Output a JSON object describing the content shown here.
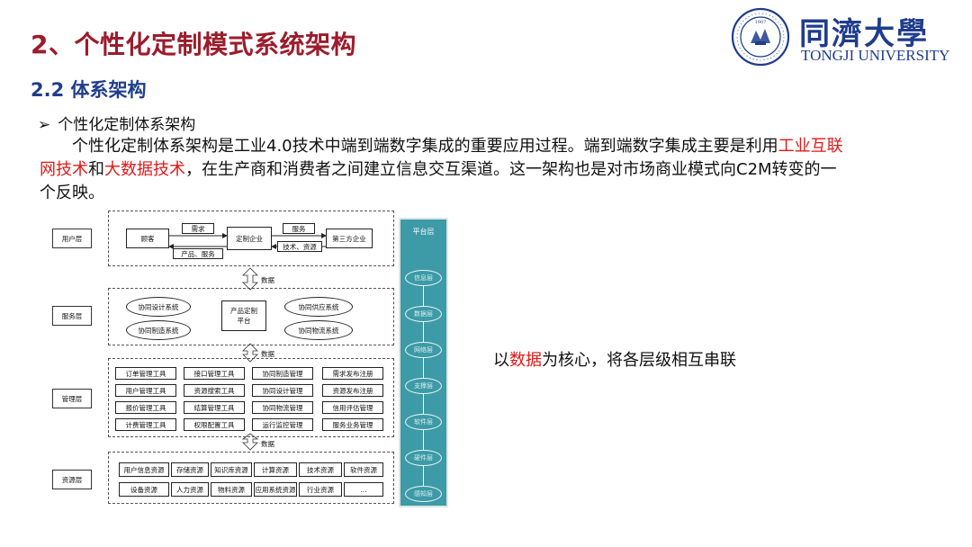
{
  "header": {
    "title": "2、个性化定制模式系统架构",
    "subtitle": "2.2 体系架构"
  },
  "logo": {
    "seal_text": "TONGJI UNIVERSITY 1907",
    "name_cn": "同濟大學",
    "name_en": "TONGJI UNIVERSITY"
  },
  "content": {
    "bullet": "个性化定制体系架构",
    "paragraph": {
      "part1": "个性化定制体系架构是工业4.0技术中端到端数字集成的重要应用过程。端到端数字集成主要是利用",
      "highlight1": "工业互联网技术",
      "part2": "和",
      "highlight2": "大数据技术",
      "part3": "，在生产商和消费者之间建立信息交互渠道。这一架构也是对市场商业模式向C2M转变的一个反映。"
    },
    "caption": {
      "before": "以",
      "highlight": "数据",
      "after": "为核心，将各层级相互串联"
    }
  },
  "diagram": {
    "layers": {
      "user": "用户层",
      "service": "服务层",
      "management": "管理层",
      "resource": "资源层"
    },
    "user_layer": {
      "customer": "顾客",
      "demand": "需求",
      "products": "产品、服务",
      "custom_enterprise": "定制企业",
      "service": "服务",
      "tech_resource": "技术、资源",
      "third_party": "第三方企业"
    },
    "arrow_labels": {
      "a1": "数据",
      "a2": "数据",
      "a3": "数据"
    },
    "service_layer": {
      "collab_design": "协同设计系统",
      "collab_manufacturing": "协同制造系统",
      "platform": "产品定制平台",
      "collab_supply": "协同供应系统",
      "collab_logistics": "协同物流系统"
    },
    "management_layer": [
      [
        "订单管理工具",
        "接口管理工具",
        "协同制造管理",
        "需求发布注册"
      ],
      [
        "用户管理工具",
        "资源搜索工具",
        "协同设计管理",
        "资源发布注册"
      ],
      [
        "报价管理工具",
        "结算管理工具",
        "协同物流管理",
        "信用评估管理"
      ],
      [
        "计费管理工具",
        "权限配置工具",
        "运行监控管理",
        "服务业务管理"
      ]
    ],
    "resource_layer": [
      [
        "用户信息资源",
        "存储资源",
        "知识库资源",
        "计算资源",
        "技术资源",
        "软件资源"
      ],
      [
        "设备资源",
        "人力资源",
        "物料资源",
        "应用系统资源",
        "行业资源",
        "…"
      ]
    ],
    "platform": {
      "label": "平台层",
      "nodes": [
        "信息层",
        "数据层",
        "网络层",
        "支撑层",
        "软件层",
        "硬件层",
        "感知层"
      ]
    }
  }
}
